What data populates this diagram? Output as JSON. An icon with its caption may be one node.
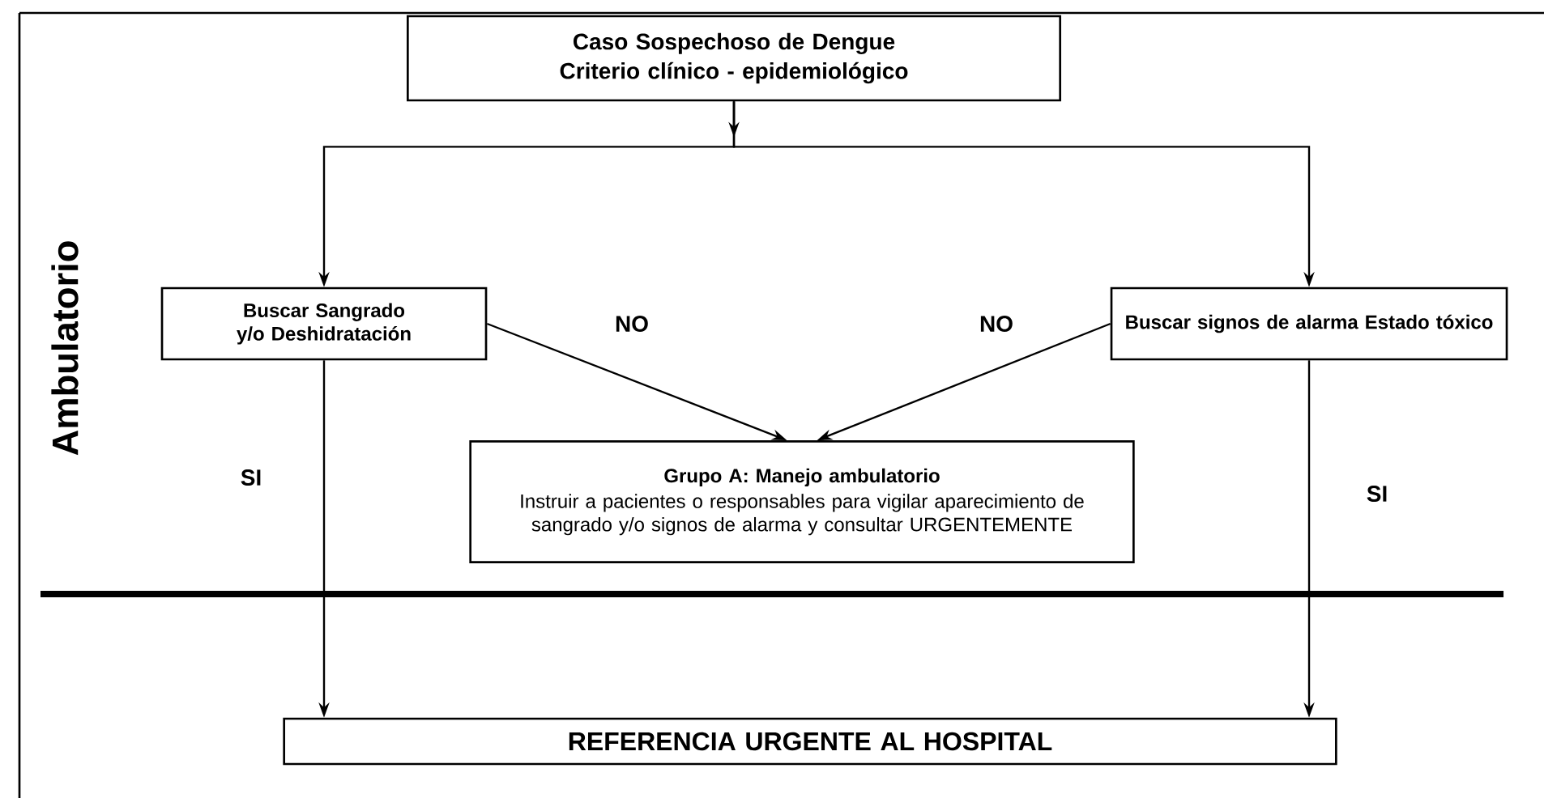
{
  "diagram": {
    "nodes": [
      {
        "text": [
          "Caso Sospechoso de Dengue",
          "Criterio clínico - epidemiológico"
        ]
      },
      {
        "text": [
          "Buscar Sangrado y/o Deshidratación"
        ]
      },
      {
        "text": [
          "Buscar signos de alarma Estado tóxico"
        ]
      },
      {
        "text": [
          "Grupo A: Manejo ambulatorio",
          "Instruir a pacientes o responsables para vigilar aparecimiento de sangrado y/o signos de alarma y consultar URGENTEMENTE"
        ]
      },
      {
        "text": [
          "REFERENCIA URGENTE AL HOSPITAL"
        ]
      }
    ],
    "edges": [
      {
        "from": 0,
        "to": 1,
        "arrow": "to"
      },
      {
        "from": 0,
        "to": 2,
        "arrow": "to"
      },
      {
        "from": 1,
        "to": 3,
        "arrow": "to",
        "label": "NO"
      },
      {
        "from": 2,
        "to": 3,
        "arrow": "to",
        "label": "NO"
      },
      {
        "from": 1,
        "to": 4,
        "arrow": "to",
        "label": "SI"
      },
      {
        "from": 2,
        "to": 4,
        "arrow": "to",
        "label": "SI"
      }
    ],
    "labels": [
      "Ambulatorio"
    ]
  }
}
